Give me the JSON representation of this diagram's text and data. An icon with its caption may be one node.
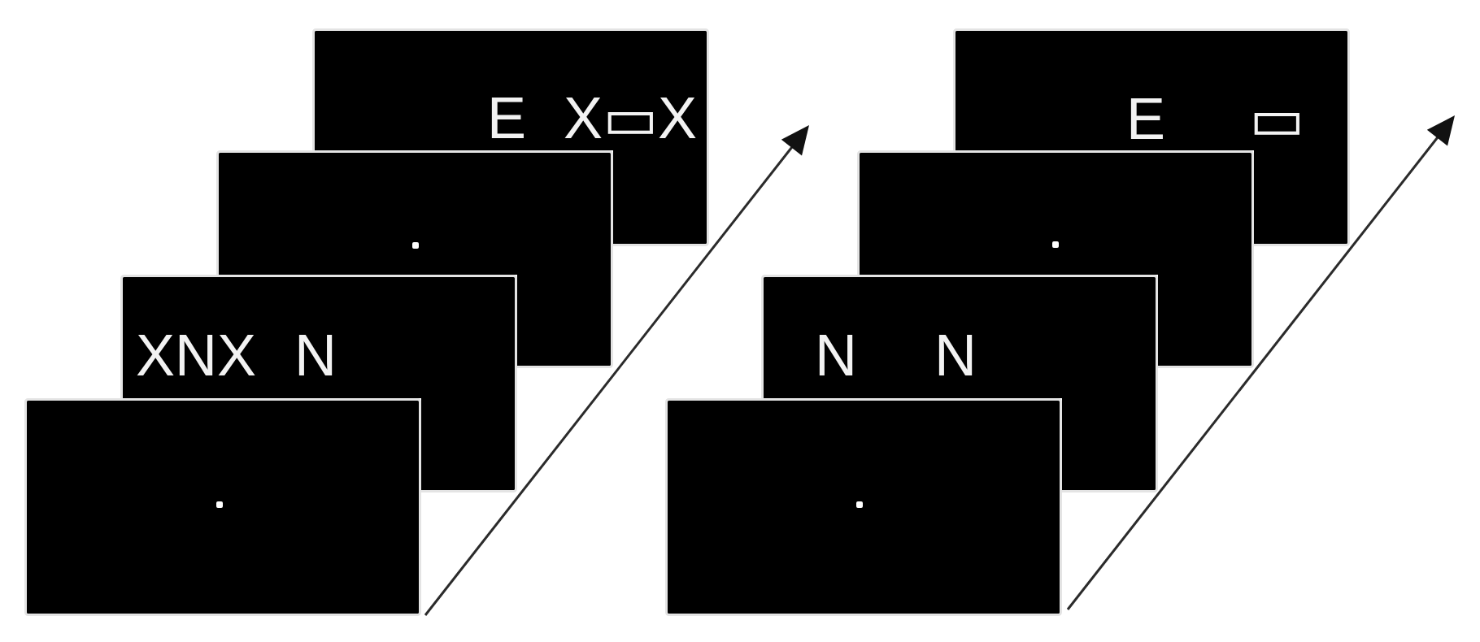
{
  "diagram": {
    "nodes": [
      {
        "text": [],
        "shape": "box"
      },
      {
        "text": [
          "XNX",
          "N"
        ]
      },
      {
        "text": [],
        "shape": "box"
      },
      {
        "text": [
          "E",
          "X▭X"
        ]
      },
      {
        "text": [],
        "shape": "box"
      },
      {
        "text": [
          "N",
          "N"
        ]
      },
      {
        "text": [],
        "shape": "box"
      },
      {
        "text": [
          "E",
          "▭"
        ]
      }
    ]
  }
}
